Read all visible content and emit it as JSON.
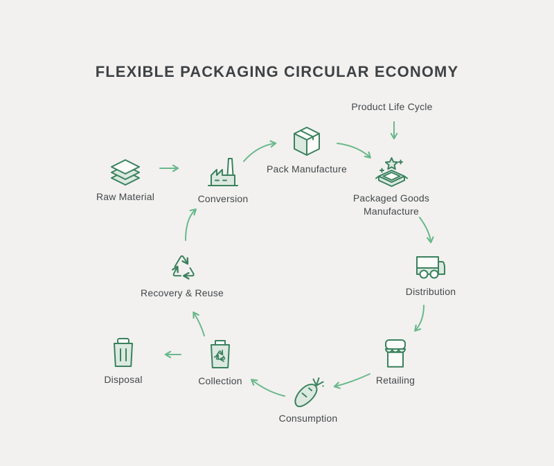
{
  "title": "FLEXIBLE PACKAGING CIRCULAR ECONOMY",
  "annotation": {
    "label": "Product Life Cycle"
  },
  "nodes": [
    {
      "id": "raw-material",
      "label": "Raw Material",
      "icon": "layers-icon"
    },
    {
      "id": "conversion",
      "label": "Conversion",
      "icon": "factory-icon"
    },
    {
      "id": "pack-manufacture",
      "label": "Pack Manufacture",
      "icon": "box-icon"
    },
    {
      "id": "packaged-goods-manufacture",
      "label": "Packaged Goods Manufacture",
      "icon": "open-box-star-icon"
    },
    {
      "id": "distribution",
      "label": "Distribution",
      "icon": "truck-icon"
    },
    {
      "id": "retailing",
      "label": "Retailing",
      "icon": "storefront-icon"
    },
    {
      "id": "consumption",
      "label": "Consumption",
      "icon": "carrot-icon"
    },
    {
      "id": "collection",
      "label": "Collection",
      "icon": "recycle-bin-icon"
    },
    {
      "id": "disposal",
      "label": "Disposal",
      "icon": "trash-can-icon"
    },
    {
      "id": "recovery-reuse",
      "label": "Recovery & Reuse",
      "icon": "recycle-arrows-icon"
    }
  ],
  "edges": [
    {
      "from": "Raw Material",
      "to": "Conversion"
    },
    {
      "from": "Conversion",
      "to": "Pack Manufacture"
    },
    {
      "from": "Pack Manufacture",
      "to": "Packaged Goods Manufacture"
    },
    {
      "from": "Product Life Cycle",
      "to": "Packaged Goods Manufacture"
    },
    {
      "from": "Packaged Goods Manufacture",
      "to": "Distribution"
    },
    {
      "from": "Distribution",
      "to": "Retailing"
    },
    {
      "from": "Retailing",
      "to": "Consumption"
    },
    {
      "from": "Consumption",
      "to": "Collection"
    },
    {
      "from": "Collection",
      "to": "Disposal"
    },
    {
      "from": "Collection",
      "to": "Recovery & Reuse"
    },
    {
      "from": "Recovery & Reuse",
      "to": "Conversion"
    }
  ],
  "colors": {
    "background": "#f2f1ef",
    "title_text": "#3f4245",
    "label_text": "#43474b",
    "icon_stroke": "#3a815e",
    "icon_fill": "#dce9e0",
    "icon_face": "#fbfbf9",
    "arrow": "#6ab88c"
  }
}
